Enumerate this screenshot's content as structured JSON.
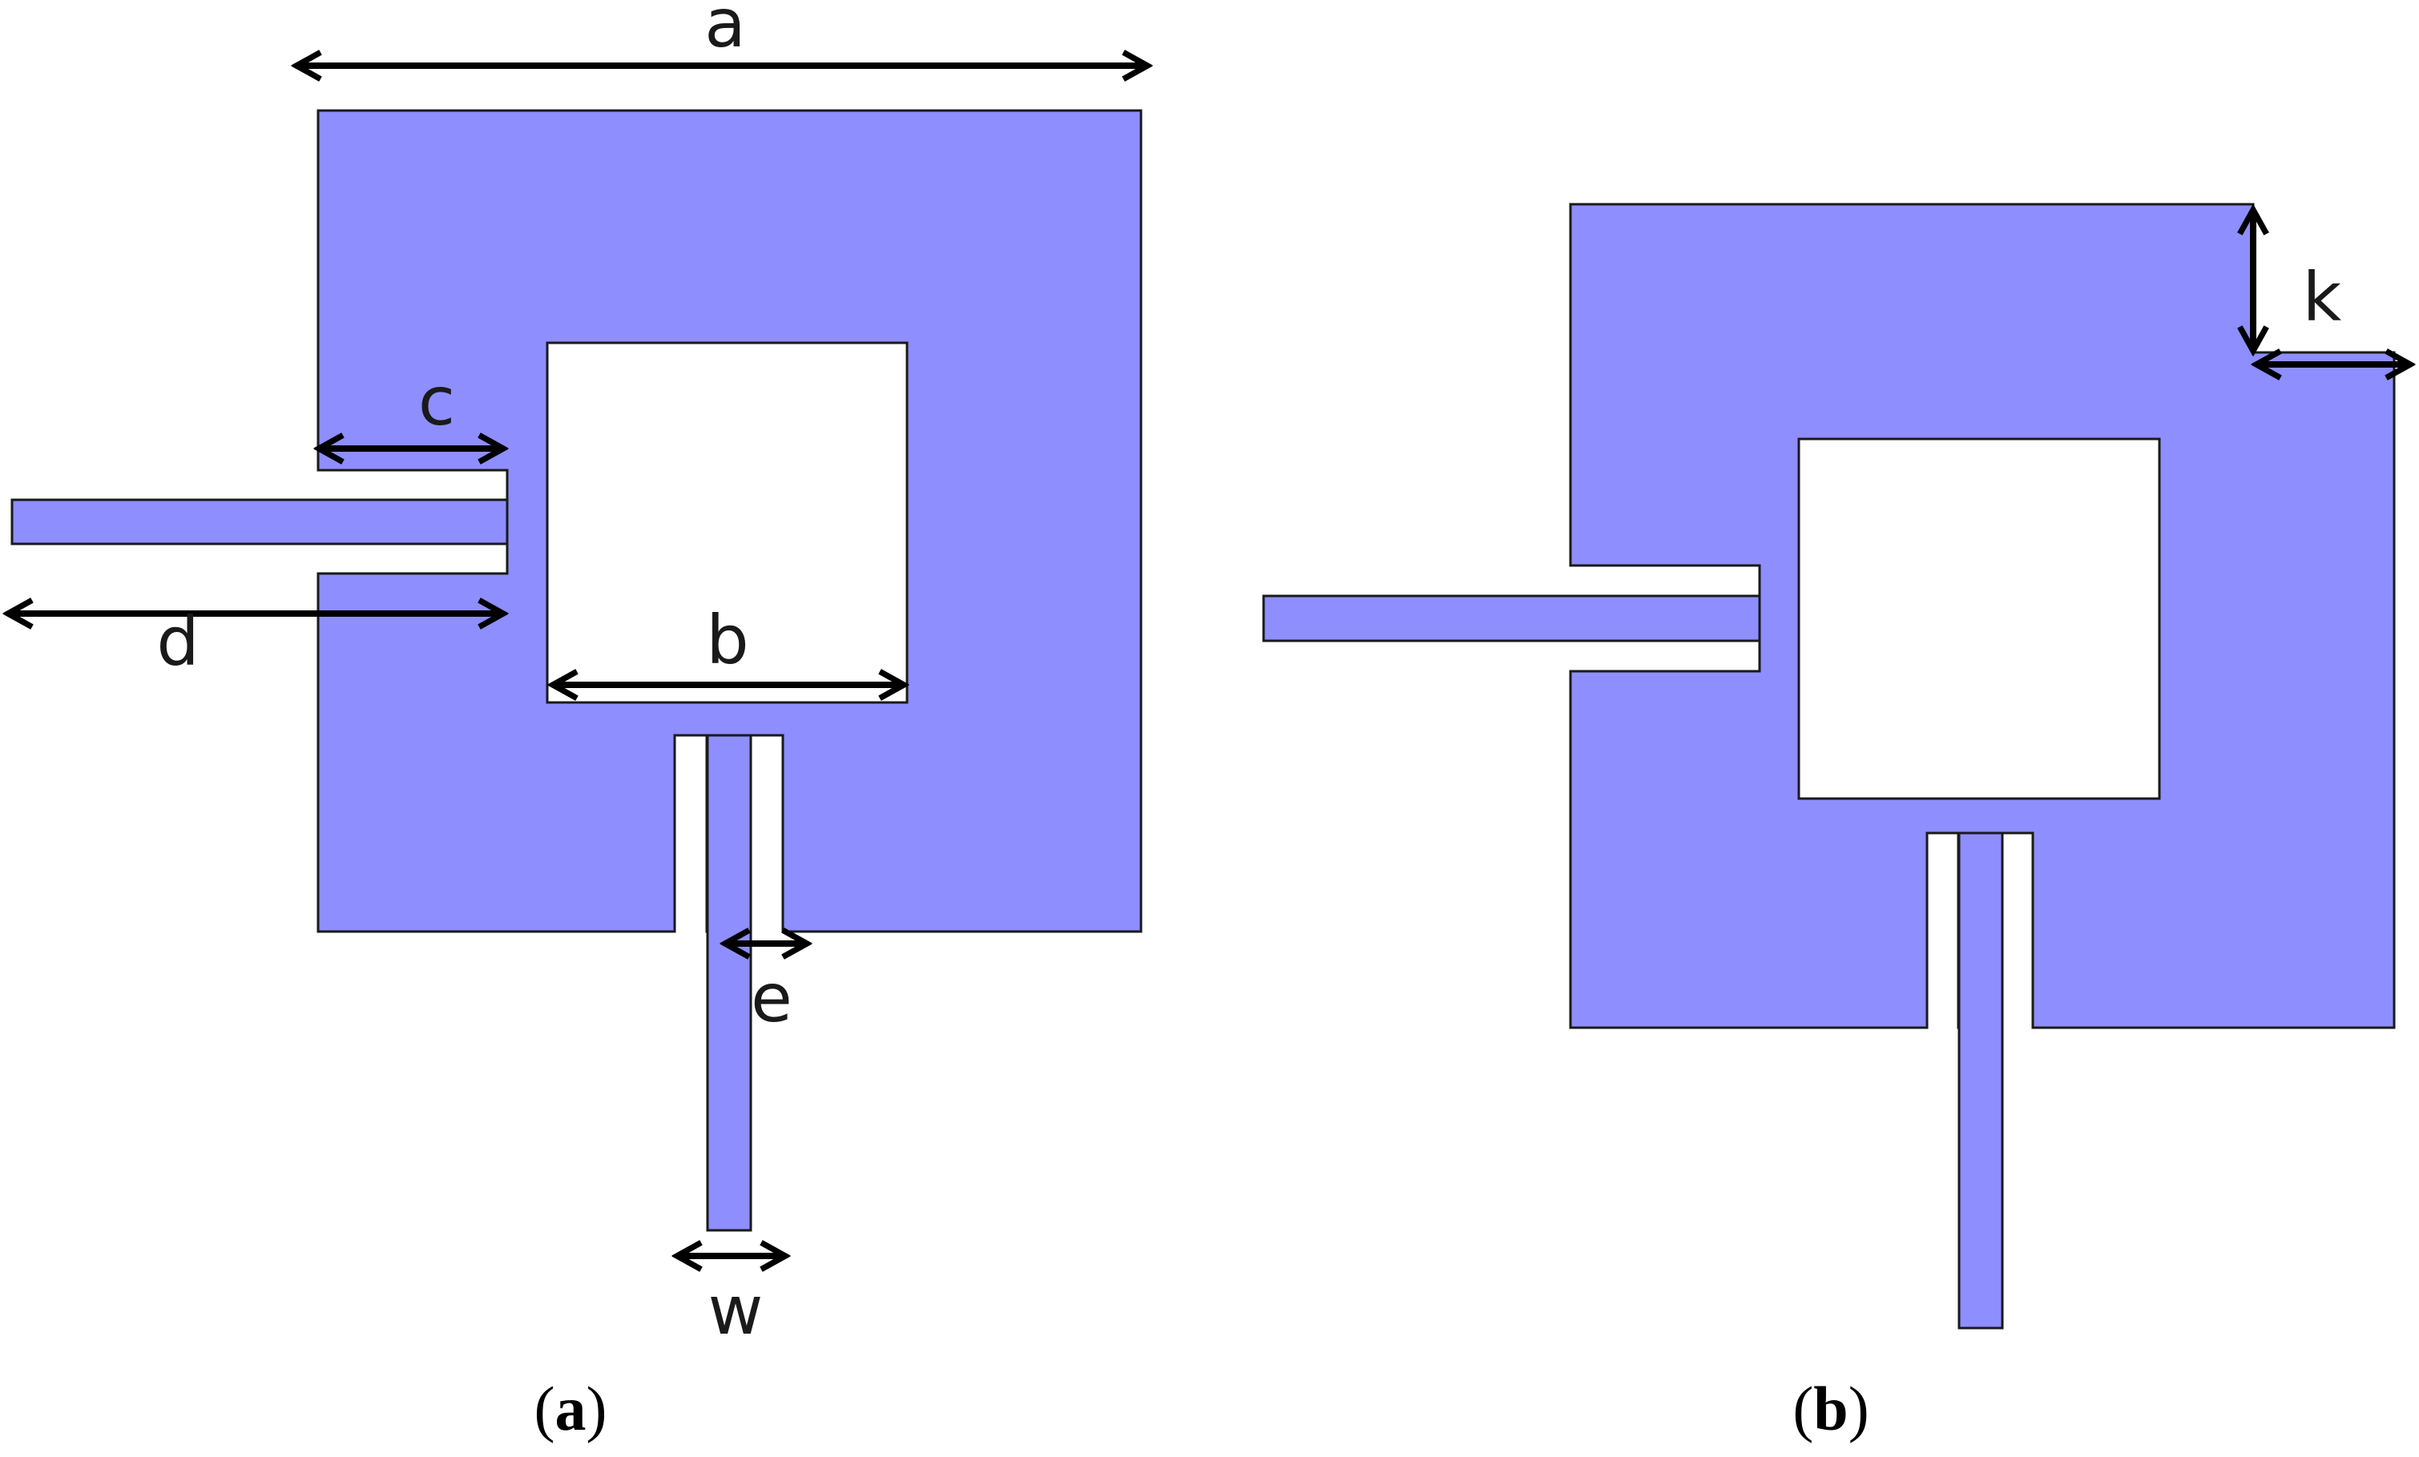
{
  "colors": {
    "patch": "#8e8eff",
    "background": "#ffffff",
    "outline": "#1a1a1a",
    "arrow": "#000000"
  },
  "panel_a": {
    "dimension_labels": {
      "a": "a",
      "b": "b",
      "c": "c",
      "d": "d",
      "e": "e",
      "w": "w"
    },
    "caption": {
      "open": "(",
      "letter": "a",
      "close": ")"
    }
  },
  "panel_b": {
    "dimension_labels": {
      "k": "k"
    },
    "caption": {
      "open": "(",
      "letter": "b",
      "close": ")"
    }
  }
}
